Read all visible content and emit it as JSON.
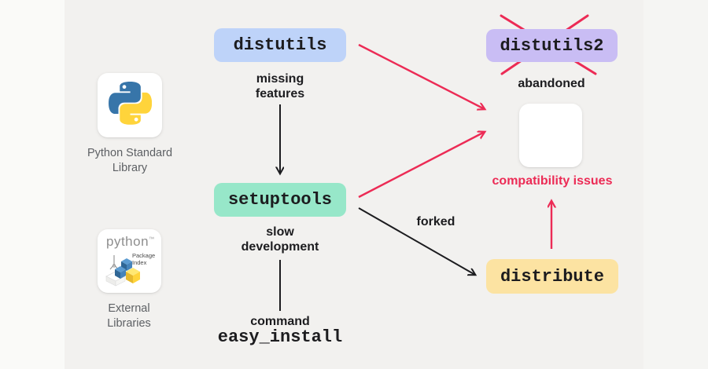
{
  "canvas": {
    "background": "#f2f1ef",
    "left_margin_color": "#fafaf8",
    "right_margin_color": "#f5f5f3"
  },
  "colors": {
    "accent_red": "#ec2b55",
    "arrow_black": "#1c1c1f",
    "distutils_bg": "#bed3f9",
    "distutils2_bg": "#c9bdf4",
    "setuptools_bg": "#97e7c9",
    "distribute_bg": "#fce3a2",
    "gray_label": "#5d6064",
    "card_bg": "#ffffff"
  },
  "icons": {
    "python_logo": "python-logo",
    "pypi_logo": "pypi-logo"
  },
  "left_column": {
    "python_card": {
      "icon": "python-logo",
      "label": "Python Standard Library"
    },
    "pypi_card": {
      "icon": "pypi-logo",
      "wordmark": "python",
      "trademark": "™",
      "sub_line1": "Package",
      "sub_line2": "Index",
      "label": "External Libraries"
    }
  },
  "nodes": {
    "distutils": {
      "label": "distutils",
      "bg": "#bed3f9"
    },
    "distutils2": {
      "label": "distutils2",
      "bg": "#c9bdf4",
      "status": "abandoned",
      "crossed_out": true
    },
    "setuptools": {
      "label": "setuptools",
      "bg": "#97e7c9"
    },
    "distribute": {
      "label": "distribute",
      "bg": "#fce3a2"
    }
  },
  "annotations": {
    "missing_features": "missing features",
    "abandoned": "abandoned",
    "slow_development": "slow development",
    "command": "command",
    "easy_install": "easy_install",
    "forked": "forked",
    "compatibility_issues": "compatibility issues"
  }
}
